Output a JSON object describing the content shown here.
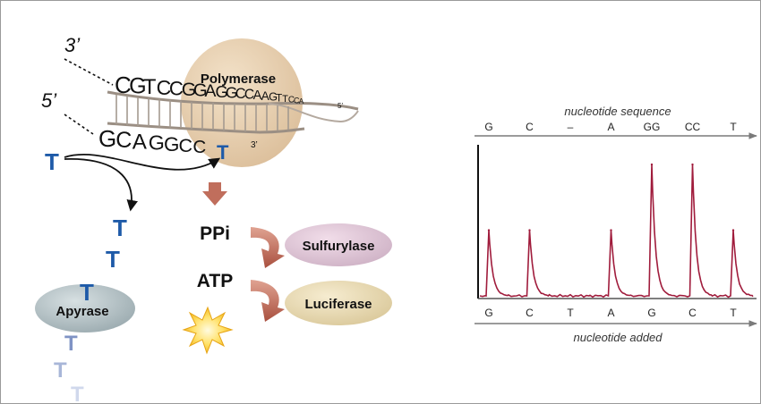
{
  "strand_labels": {
    "top_end": "3’",
    "bottom_end": "5’",
    "template_tail": "5’",
    "primer_end": "3’"
  },
  "sequences": {
    "template": [
      "C",
      "G",
      "T",
      "C",
      "C",
      "G",
      "G",
      "A",
      "G",
      "G",
      "C",
      "C",
      "A",
      "A",
      "G",
      "T",
      "T",
      "C",
      "C",
      "A"
    ],
    "primer": [
      "G",
      "C",
      "A",
      "G",
      "G",
      "C",
      "C"
    ],
    "incoming": "T"
  },
  "enzymes": {
    "polymerase": "Polymerase",
    "sulfurylase": "Sulfurylase",
    "luciferase": "Luciferase",
    "apyrase": "Apyrase"
  },
  "products": {
    "ppi": "PPi",
    "atp": "ATP"
  },
  "free_nucleotide": "T",
  "pyrogram": {
    "top_axis_label": "nucleotide sequence",
    "bottom_axis_label": "nucleotide added",
    "sequence_read": [
      "G",
      "C",
      "–",
      "A",
      "GG",
      "CC",
      "T"
    ],
    "nucleotides_added": [
      "G",
      "C",
      "T",
      "A",
      "G",
      "C",
      "T"
    ],
    "trace_color": "#a01c3c"
  },
  "chart_data": {
    "type": "line",
    "title": "",
    "xlabel": "nucleotide added",
    "ylabel": "",
    "categories": [
      "G",
      "C",
      "T",
      "A",
      "G",
      "C",
      "T"
    ],
    "sequence_read": [
      "G",
      "C",
      "–",
      "A",
      "GG",
      "CC",
      "T"
    ],
    "series": [
      {
        "values": [
          1,
          1,
          0,
          1,
          2,
          2,
          1
        ]
      }
    ],
    "ylim": [
      0,
      2.3
    ],
    "grid": false
  }
}
